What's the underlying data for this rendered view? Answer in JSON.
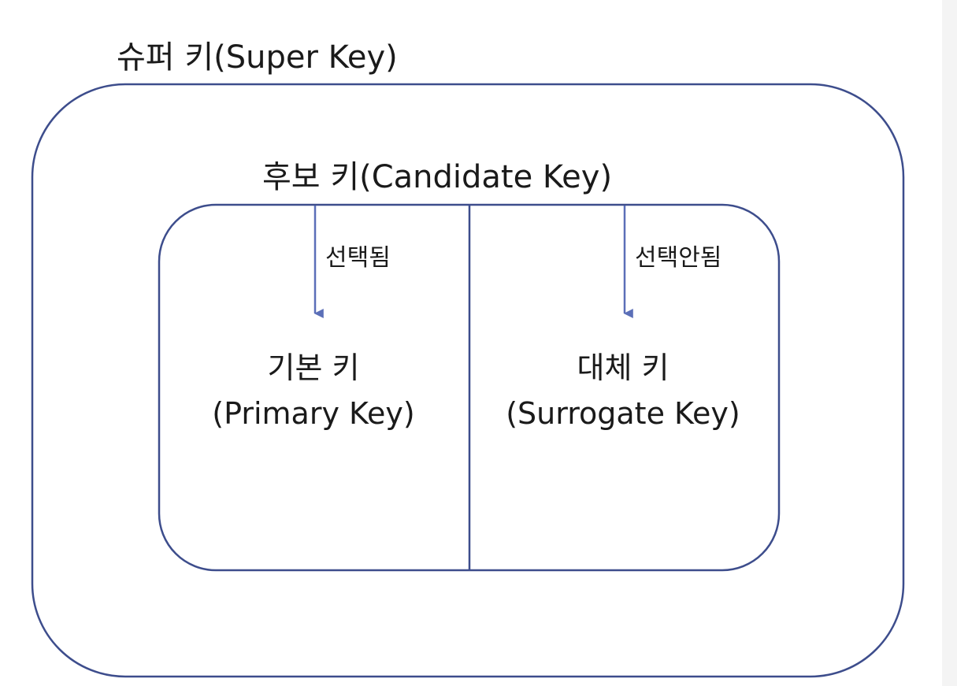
{
  "diagram": {
    "super_key": {
      "label": "슈퍼 키(Super Key)"
    },
    "candidate_key": {
      "label": "후보 키(Candidate Key)"
    },
    "primary_key": {
      "label_line1": "기본 키",
      "label_line2": "(Primary Key)",
      "edge_label": "선택됨"
    },
    "surrogate_key": {
      "label_line1": "대체 키",
      "label_line2": "(Surrogate Key)",
      "edge_label": "선택안됨"
    },
    "colors": {
      "outline": "#3d4d8c",
      "arrow": "#5b6fb8",
      "text": "#1a1a1a"
    }
  }
}
